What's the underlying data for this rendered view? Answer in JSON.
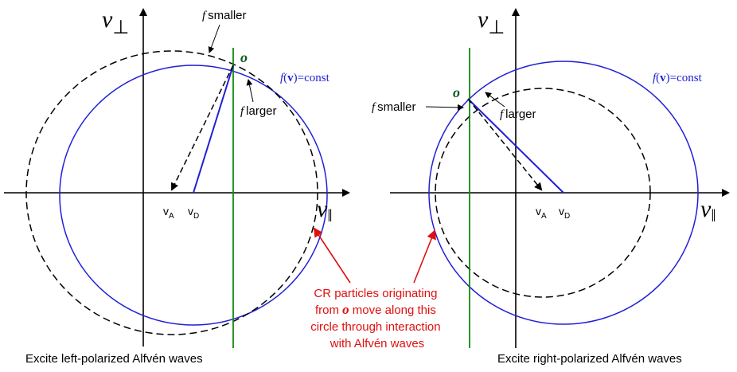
{
  "colors": {
    "axis": "#000000",
    "equal_f_circle": "#1f1fd6",
    "dashed_circle": "#000000",
    "wave_line": "#118a11",
    "origin_label": "#0a5a1e",
    "annotation": "#e01010"
  },
  "left_panel": {
    "axis_y_label": "v",
    "axis_y_sub": "⊥",
    "axis_x_label": "v",
    "axis_x_sub": "‖",
    "f_smaller_italic": "f",
    "f_smaller_text": "smaller",
    "f_larger_italic": "f",
    "f_larger_text": "larger",
    "origin_label": "o",
    "const_f": "f",
    "const_v": "v",
    "const_rest": "=const",
    "vA_main": "v",
    "vA_sub": "A",
    "vD_main": "v",
    "vD_sub": "D",
    "caption": "Excite left-polarized Alfvén waves"
  },
  "right_panel": {
    "axis_y_label": "v",
    "axis_y_sub": "⊥",
    "axis_x_label": "v",
    "axis_x_sub": "‖",
    "f_smaller_italic": "f",
    "f_smaller_text": "smaller",
    "f_larger_italic": "f",
    "f_larger_text": "larger",
    "origin_label": "o",
    "const_f": "f",
    "const_v": "v",
    "const_rest": "=const",
    "vA_main": "v",
    "vA_sub": "A",
    "vD_main": "v",
    "vD_sub": "D",
    "caption": "Excite right-polarized Alfvén waves"
  },
  "annotation": {
    "line1": "CR particles originating",
    "line2_pre": "from ",
    "line2_o": "o",
    "line2_post": " move along this",
    "line3": "circle through interaction",
    "line4": "with Alfvén waves"
  }
}
